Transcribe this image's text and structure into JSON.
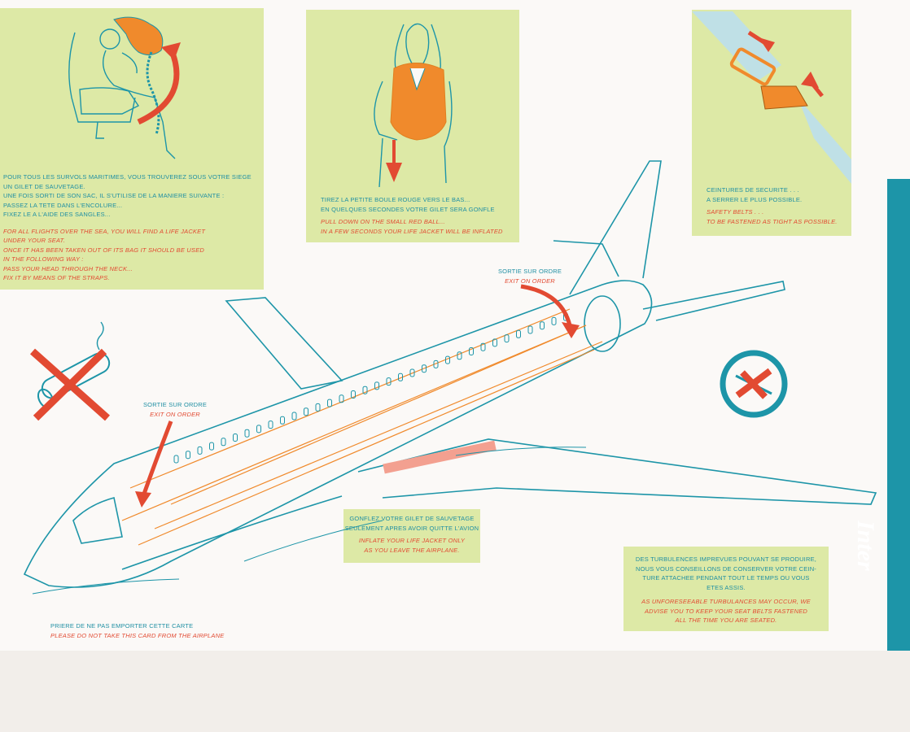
{
  "colors": {
    "teal": "#1d95a8",
    "orange": "#f08a2c",
    "red": "#e24a32",
    "panel": "#dde9a6",
    "paper": "#fbf9f7"
  },
  "brand": {
    "name": "Inter"
  },
  "panels": {
    "life_jacket": {
      "fr": [
        "POUR TOUS LES SURVOLS MARITIMES, VOUS TROUVEREZ SOUS VOTRE SIEGE",
        "UN GILET DE SAUVETAGE.",
        "UNE FOIS SORTI DE SON SAC, IL S'UTILISE DE LA MANIERE SUIVANTE :",
        "PASSEZ LA TETE DANS L'ENCOLURE...",
        "FIXEZ LE A L'AIDE DES SANGLES..."
      ],
      "en": [
        "FOR ALL FLIGHTS OVER THE SEA, YOU WILL FIND A LIFE JACKET",
        "UNDER YOUR SEAT.",
        "ONCE IT HAS BEEN TAKEN OUT OF ITS BAG IT SHOULD BE USED",
        "IN THE FOLLOWING WAY :",
        "PASS YOUR HEAD THROUGH THE NECK...",
        "FIX IT BY MEANS OF THE STRAPS."
      ]
    },
    "red_ball": {
      "fr": [
        "TIREZ LA PETITE BOULE ROUGE VERS LE BAS...",
        "EN QUELQUES SECONDES VOTRE GILET SERA GONFLE"
      ],
      "en": [
        "PULL DOWN ON THE SMALL RED BALL...",
        "IN A FEW SECONDS YOUR LIFE JACKET WILL BE INFLATED"
      ]
    },
    "belts": {
      "fr": [
        "CEINTURES DE SECURITE . . .",
        "A SERRER LE PLUS POSSIBLE."
      ],
      "en": [
        "SAFETY BELTS . . .",
        "TO BE FASTENED AS TIGHT AS POSSIBLE."
      ]
    },
    "inflate": {
      "fr": [
        "GONFLEZ VOTRE GILET DE SAUVETAGE",
        "SEULEMENT APRES AVOIR QUITTE L'AVION"
      ],
      "en": [
        "INFLATE YOUR LIFE JACKET ONLY",
        "AS YOU LEAVE THE AIRPLANE."
      ]
    },
    "turbulence": {
      "fr": [
        "DES TURBULENCES IMPREVUES POUVANT SE PRODUIRE,",
        "NOUS VOUS CONSEILLONS DE CONSERVER VOTRE CEIN-",
        "TURE ATTACHEE PENDANT TOUT LE TEMPS OU VOUS",
        "ETES ASSIS."
      ],
      "en": [
        "AS UNFORESEEABLE TURBULANCES MAY OCCUR, WE",
        "ADVISE YOU TO KEEP YOUR SEAT BELTS FASTENED",
        "ALL THE TIME YOU ARE SEATED."
      ]
    }
  },
  "exits": {
    "rear": {
      "fr": "SORTIE SUR ORDRE",
      "en": "EXIT ON ORDER"
    },
    "front": {
      "fr": "SORTIE SUR ORDRE",
      "en": "EXIT ON ORDER"
    }
  },
  "footer": {
    "fr": "PRIERE DE NE PAS EMPORTER CETTE CARTE",
    "en": "PLEASE DO NOT TAKE THIS CARD FROM THE AIRPLANE"
  },
  "icons": [
    "no-smoking-icon",
    "no-floatation-cushion-icon",
    "seat-belt-icon",
    "life-jacket-icon",
    "exit-arrow-icon"
  ]
}
